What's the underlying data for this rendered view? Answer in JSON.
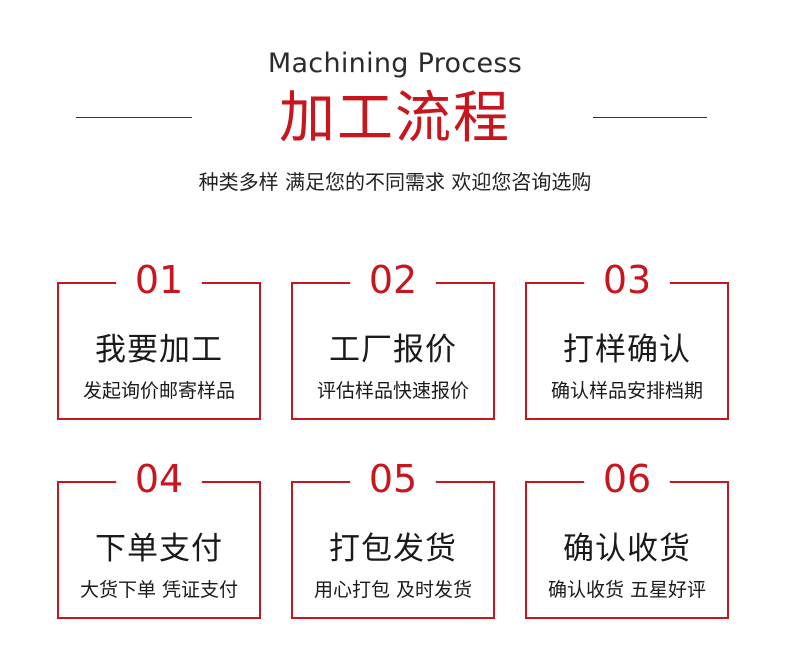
{
  "header": {
    "title_en": "Machining Process",
    "title_cn": "加工流程",
    "subtitle": "种类多样 满足您的不同需求 欢迎您咨询选购"
  },
  "colors": {
    "accent": "#c7161e"
  },
  "steps": [
    {
      "num": "01",
      "title": "我要加工",
      "desc": "发起询价邮寄样品"
    },
    {
      "num": "02",
      "title": "工厂报价",
      "desc": "评估样品快速报价"
    },
    {
      "num": "03",
      "title": "打样确认",
      "desc": "确认样品安排档期"
    },
    {
      "num": "04",
      "title": "下单支付",
      "desc": "大货下单 凭证支付"
    },
    {
      "num": "05",
      "title": "打包发货",
      "desc": "用心打包 及时发货"
    },
    {
      "num": "06",
      "title": "确认收货",
      "desc": "确认收货 五星好评"
    }
  ]
}
